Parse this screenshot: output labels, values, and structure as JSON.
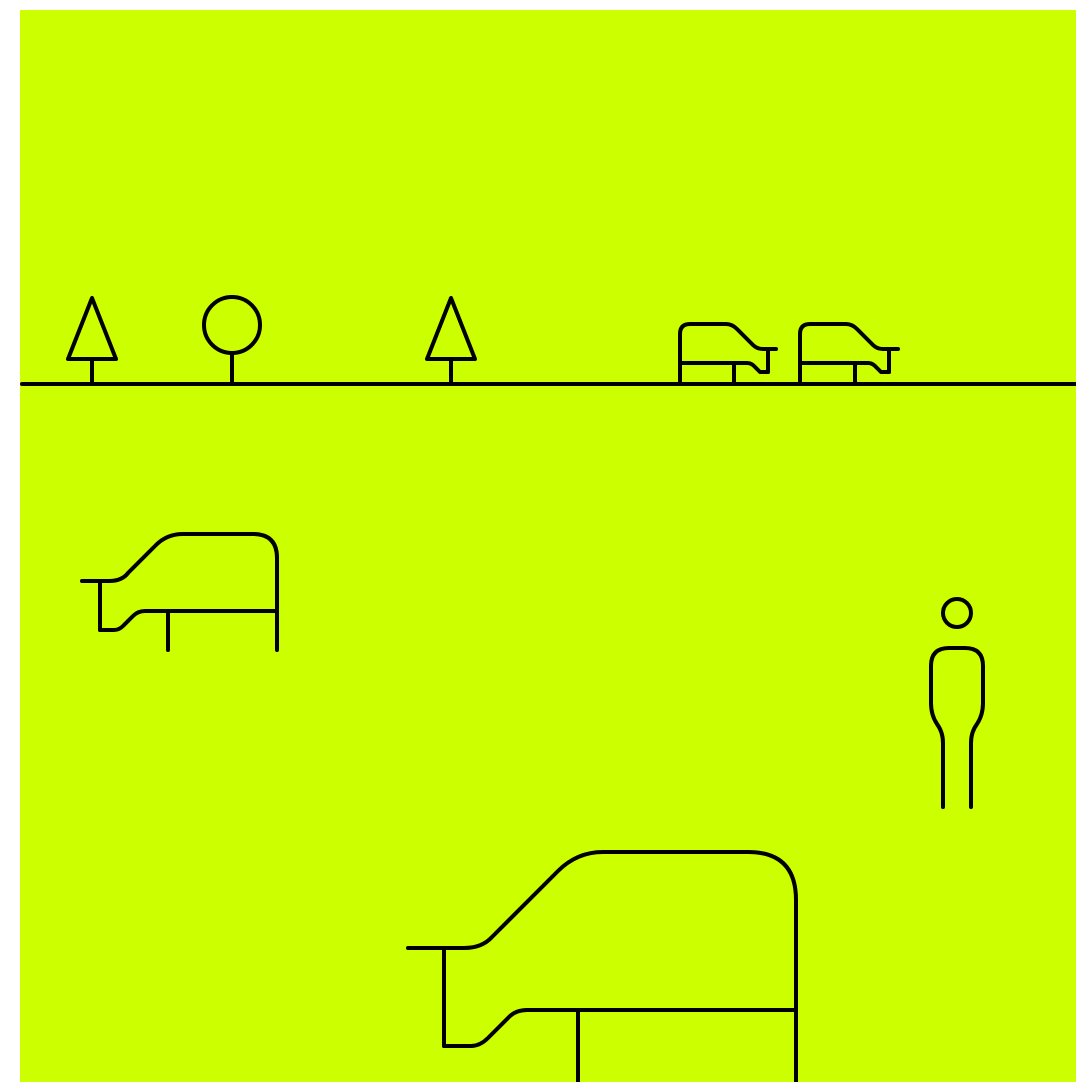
{
  "colors": {
    "background": "#ccff00",
    "line": "#000000"
  },
  "scene": {
    "elements": [
      {
        "name": "pine-tree-icon",
        "type": "pine-tree"
      },
      {
        "name": "round-tree-icon",
        "type": "round-tree"
      },
      {
        "name": "pine-tree-icon-2",
        "type": "pine-tree"
      },
      {
        "name": "small-piano-icon-1",
        "type": "piano-small"
      },
      {
        "name": "small-piano-icon-2",
        "type": "piano-small"
      },
      {
        "name": "medium-piano-icon",
        "type": "piano-medium"
      },
      {
        "name": "person-icon",
        "type": "person"
      },
      {
        "name": "large-piano-icon",
        "type": "piano-large"
      },
      {
        "name": "ground-line",
        "type": "ground"
      }
    ]
  }
}
